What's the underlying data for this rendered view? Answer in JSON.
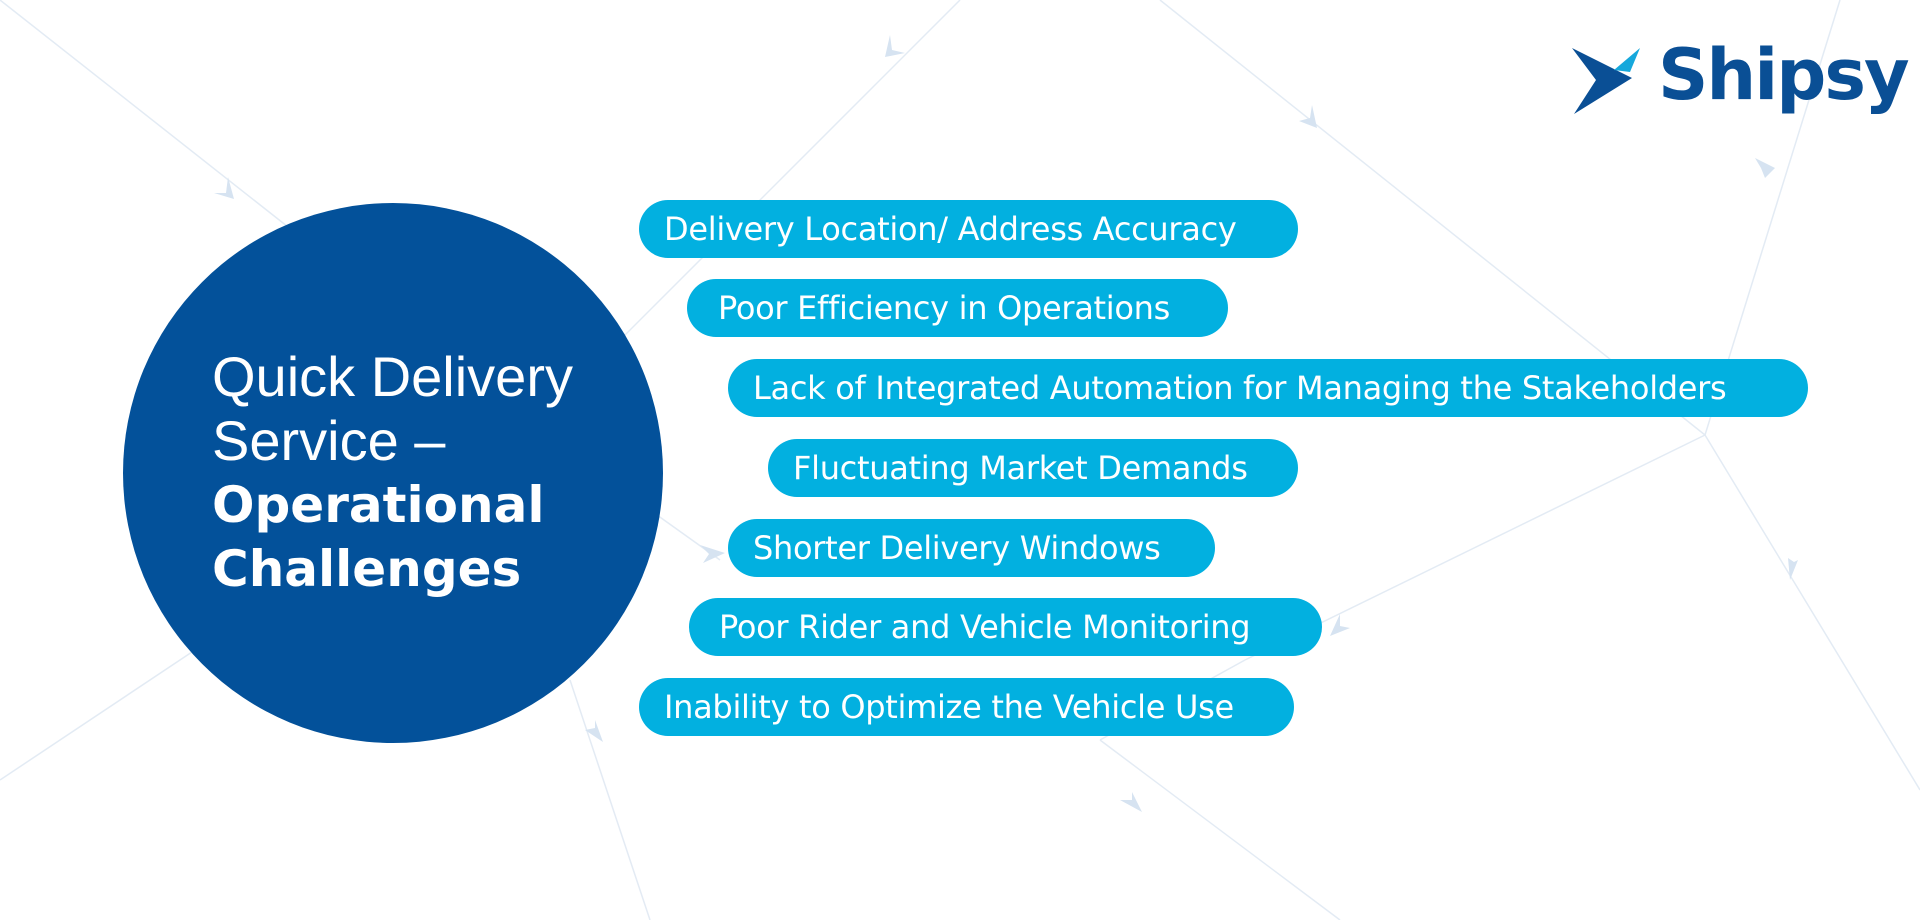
{
  "brand": {
    "name": "Shipsy",
    "colors": {
      "primary": "#03519a",
      "accent": "#02b0e0",
      "logo_light": "#16a8dc"
    }
  },
  "center": {
    "title_line1": "Quick Delivery",
    "title_line2": "Service –",
    "title_bold_line1": "Operational",
    "title_bold_line2": "Challenges"
  },
  "challenges": [
    {
      "label": "Delivery Location/ Address Accuracy"
    },
    {
      "label": "Poor Efficiency in Operations"
    },
    {
      "label": "Lack of Integrated Automation for Managing the Stakeholders"
    },
    {
      "label": "Fluctuating Market Demands"
    },
    {
      "label": "Shorter Delivery Windows"
    },
    {
      "label": "Poor Rider and Vehicle Monitoring"
    },
    {
      "label": "Inability to Optimize the Vehicle Use"
    }
  ],
  "background": {
    "line_color": "#e3ebf4",
    "arrow_color": "#d6e3f1"
  }
}
